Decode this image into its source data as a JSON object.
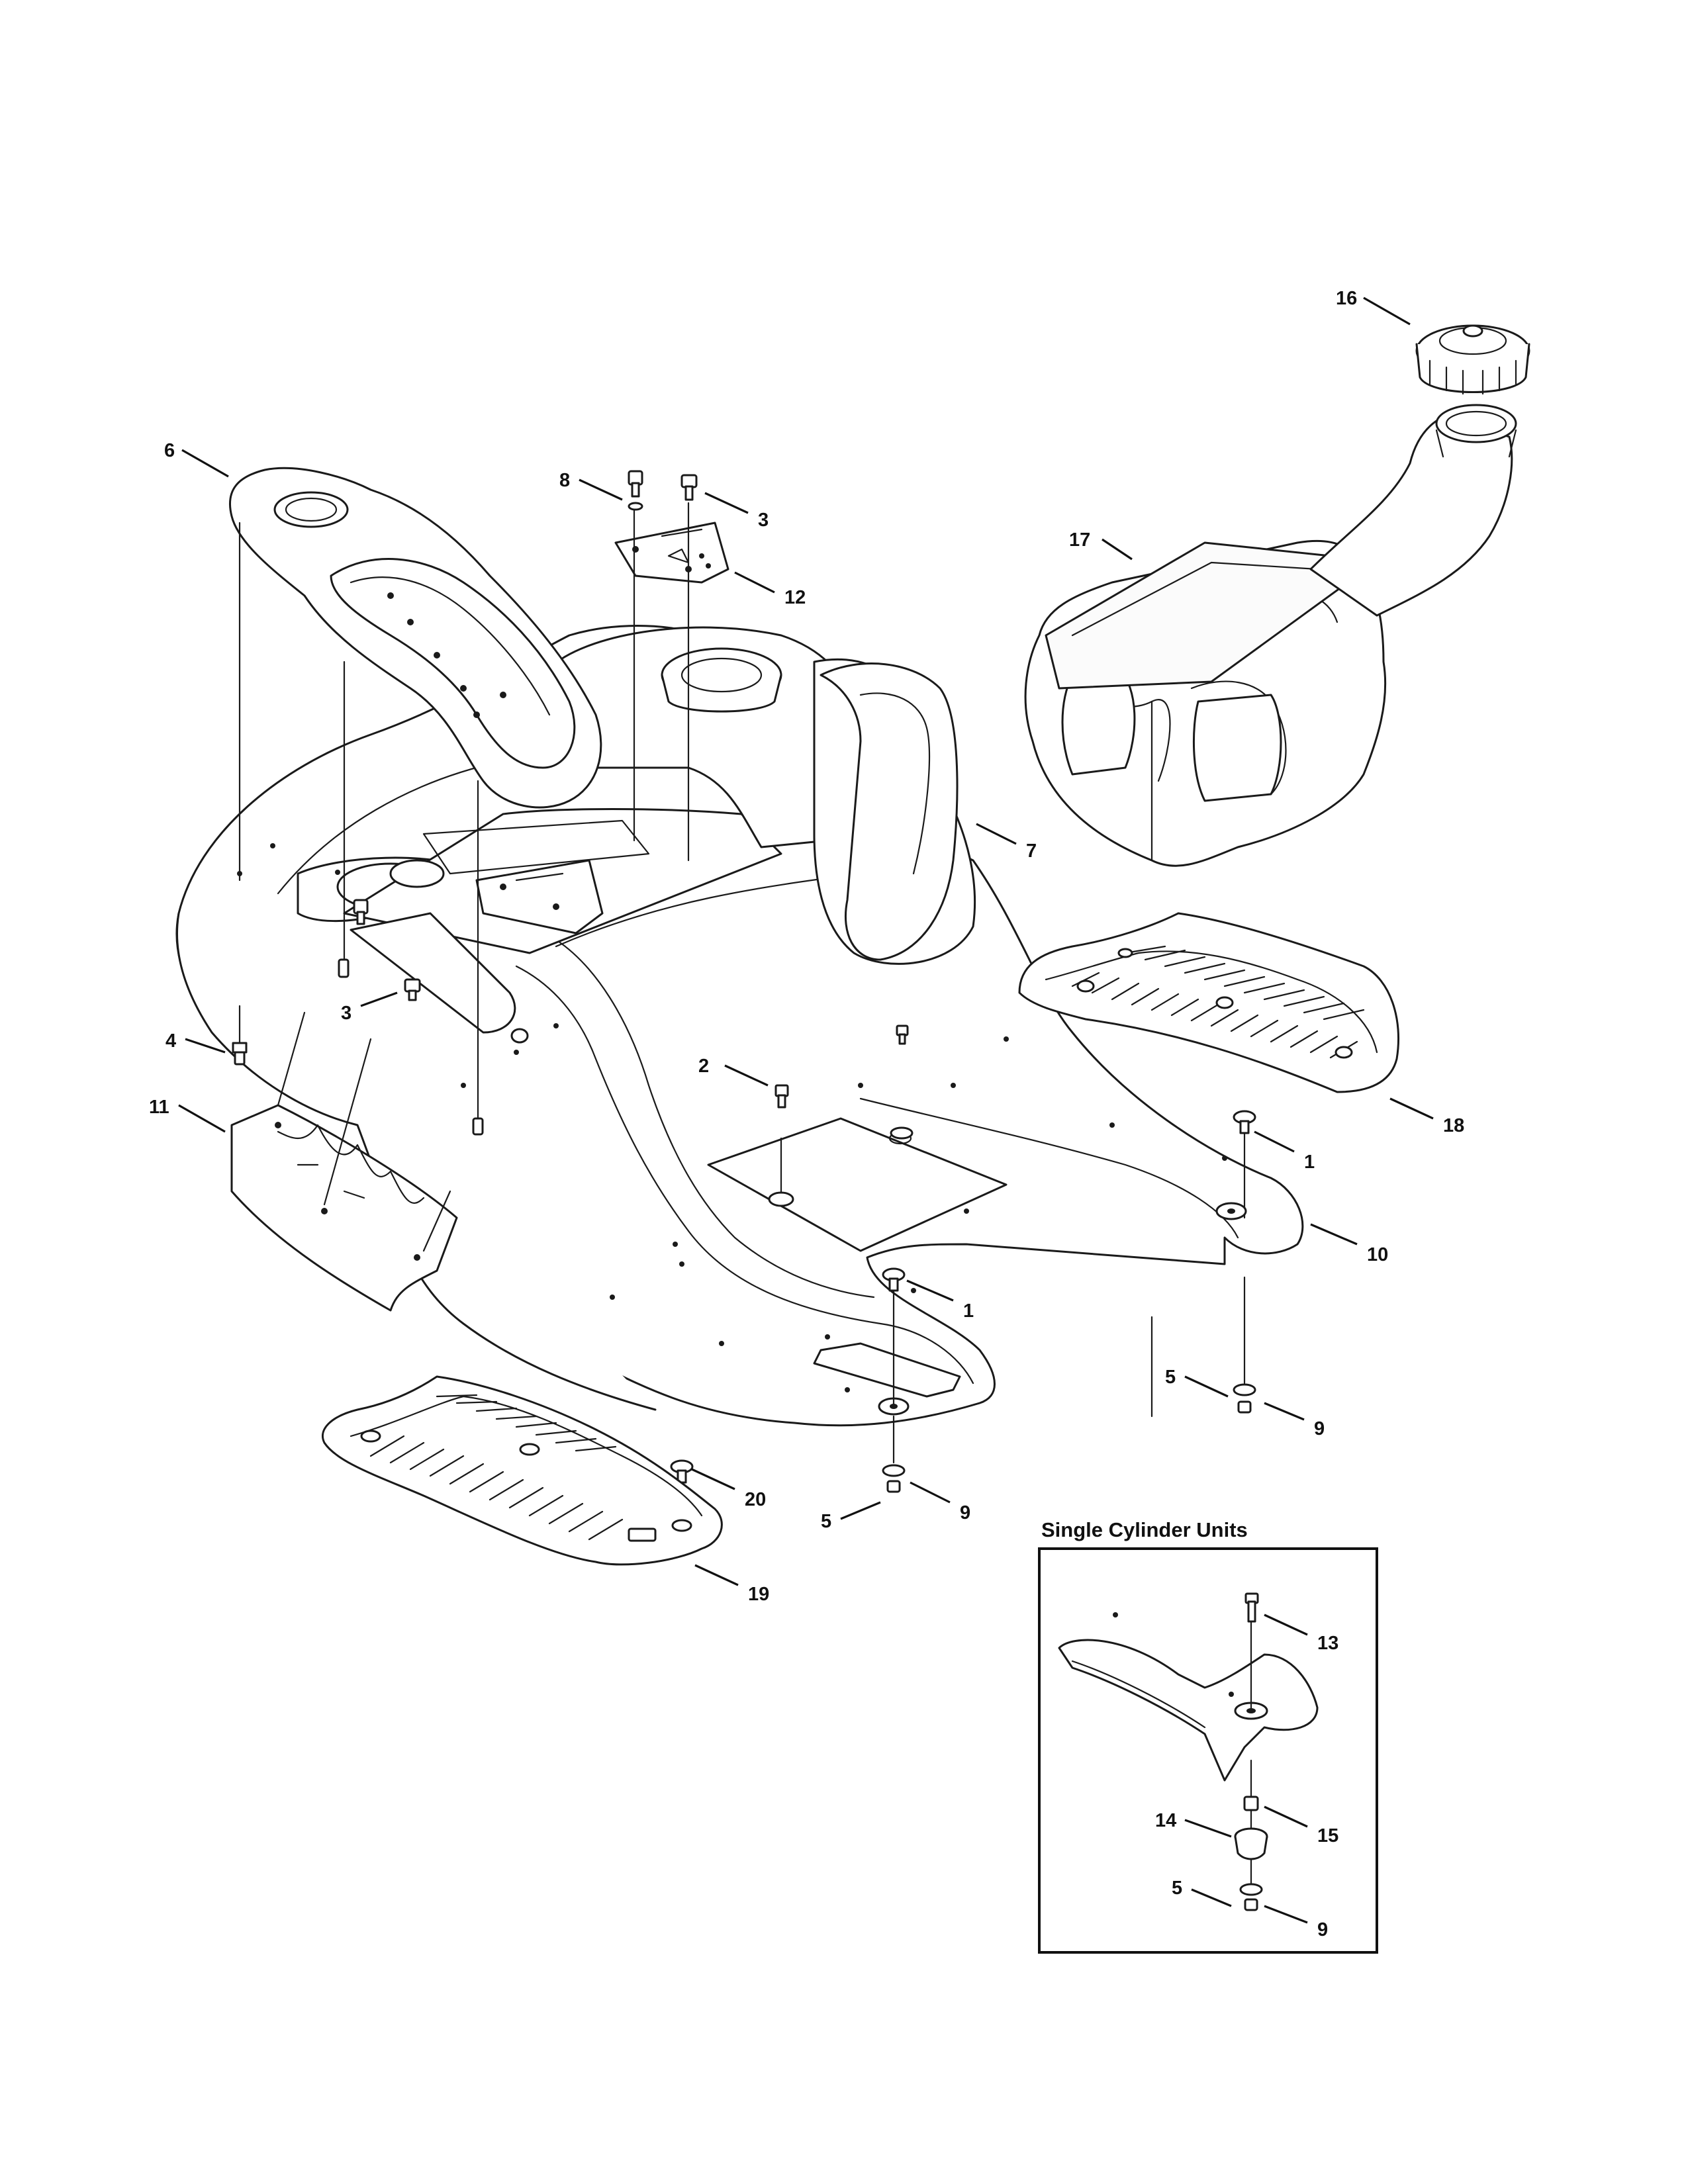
{
  "inset": {
    "title": "Single Cylinder Units"
  },
  "callouts": [
    {
      "id": "c16",
      "label": "16"
    },
    {
      "id": "c6",
      "label": "6"
    },
    {
      "id": "c8",
      "label": "8"
    },
    {
      "id": "c3a",
      "label": "3"
    },
    {
      "id": "c17",
      "label": "17"
    },
    {
      "id": "c12",
      "label": "12"
    },
    {
      "id": "c7",
      "label": "7"
    },
    {
      "id": "c3b",
      "label": "3"
    },
    {
      "id": "c4",
      "label": "4"
    },
    {
      "id": "c2",
      "label": "2"
    },
    {
      "id": "c18",
      "label": "18"
    },
    {
      "id": "c11",
      "label": "11"
    },
    {
      "id": "c1a",
      "label": "1"
    },
    {
      "id": "c10",
      "label": "10"
    },
    {
      "id": "c1b",
      "label": "1"
    },
    {
      "id": "c5a",
      "label": "5"
    },
    {
      "id": "c9a",
      "label": "9"
    },
    {
      "id": "c20",
      "label": "20"
    },
    {
      "id": "c9b",
      "label": "9"
    },
    {
      "id": "c5b",
      "label": "5"
    },
    {
      "id": "c19",
      "label": "19"
    },
    {
      "id": "c13",
      "label": "13"
    },
    {
      "id": "c14",
      "label": "14"
    },
    {
      "id": "c15",
      "label": "15"
    },
    {
      "id": "c5c",
      "label": "5"
    },
    {
      "id": "c9c",
      "label": "9"
    }
  ]
}
